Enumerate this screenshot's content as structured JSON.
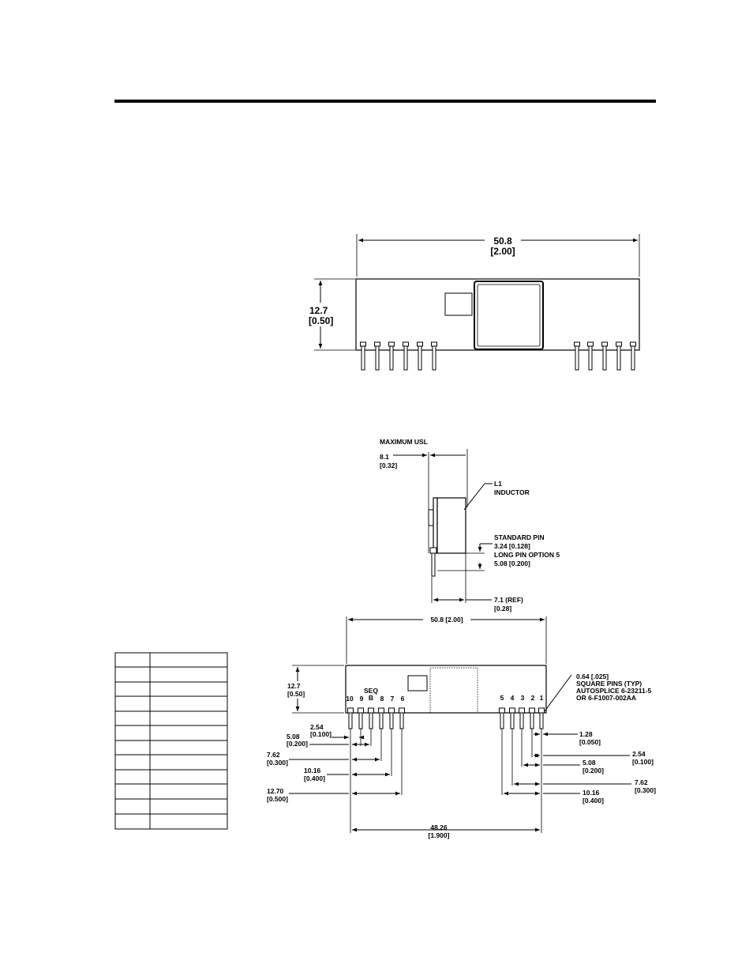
{
  "top_view": {
    "width_mm": "50.8",
    "width_in": "[2.00]",
    "height_mm": "12.7",
    "height_in": "[0.50]"
  },
  "side_view": {
    "max_usl": "MAXIMUM USL",
    "depth_mm": "8.1",
    "depth_in": "[0.32]",
    "inductor_ref": "L1",
    "inductor_name": "INDUCTOR",
    "standard_pin": "STANDARD PIN",
    "standard_pin_dim": "3.24   [0.128]",
    "long_pin": "LONG PIN OPTION 5",
    "long_pin_dim": "5.08 [0.200]",
    "ref_mm": "7.1     (REF)",
    "ref_in": "[0.28]"
  },
  "bottom_view": {
    "width": "50.8   [2.00]",
    "height_mm": "12.7",
    "height_in": "[0.50]",
    "seq": "SEQ",
    "pin_numbers_left": [
      "10",
      "9",
      "B",
      "8",
      "7",
      "6"
    ],
    "pin_numbers_right": [
      "5",
      "4",
      "3",
      "2",
      "1"
    ],
    "pin_note": [
      "0.64 [.025]",
      "SQUARE PINS (TYP)",
      "AUTOSPLICE 6-23211-5",
      "OR 6-F1007-002AA"
    ],
    "left_dims": [
      {
        "mm": "2.54",
        "in": "[0.100]"
      },
      {
        "mm": "5.08",
        "in": "[0.200]"
      },
      {
        "mm": "7.62",
        "in": "[0.300]"
      },
      {
        "mm": "10.16",
        "in": "[0.400]"
      },
      {
        "mm": "12.70",
        "in": "[0.500]"
      }
    ],
    "right_dims": [
      {
        "mm": "1.28",
        "in": "[0.050]"
      },
      {
        "mm": "2.54",
        "in": "[0.100]"
      },
      {
        "mm": "5.08",
        "in": "[0.200]"
      },
      {
        "mm": "7.62",
        "in": "[0.300]"
      },
      {
        "mm": "10.16",
        "in": "[0.400]"
      }
    ],
    "total_mm": "48.26",
    "total_in": "[1.900]"
  }
}
